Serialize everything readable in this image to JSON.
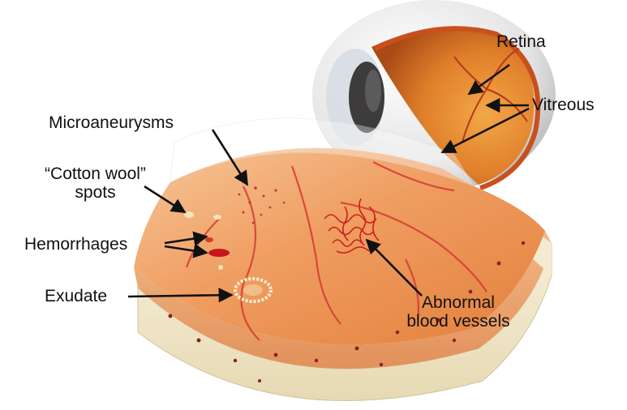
{
  "labels": {
    "retina": "Retina",
    "vitreous": "Vitreous",
    "microaneurysms": "Microaneurysms",
    "cotton_wool_line1": "“Cotton wool”",
    "cotton_wool_line2": "spots",
    "hemorrhages": "Hemorrhages",
    "exudate": "Exudate",
    "abnormal_line1": "Abnormal",
    "abnormal_line2": "blood vessels"
  },
  "colors": {
    "retina_orange": "#e8894a",
    "vessel_red": "#cc2a2a",
    "tissue_cream": "#f4ecd2",
    "sclera": "#e9e9e9",
    "arrow": "#111111"
  }
}
